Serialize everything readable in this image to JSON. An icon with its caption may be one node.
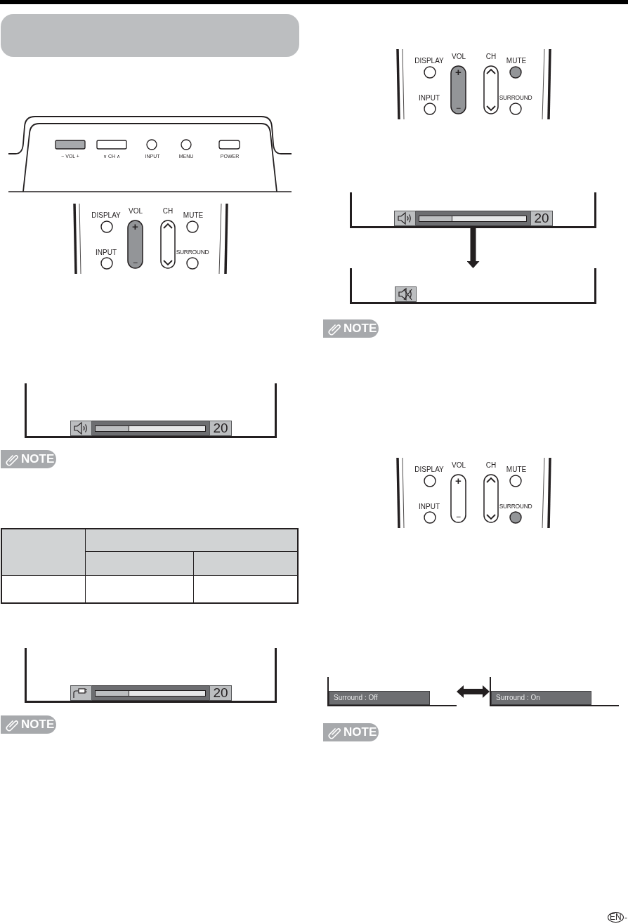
{
  "diagram": {
    "nodes": [
      {
        "text": [],
        "shape": "band"
      },
      {
        "text": [
          "20"
        ]
      },
      {
        "text": [
          "20"
        ]
      },
      {
        "text": [
          "20"
        ]
      },
      {
        "text": [],
        "shape": "box"
      },
      {
        "text": [
          "Surround : Off"
        ]
      },
      {
        "text": [
          "Surround : On"
        ]
      }
    ],
    "edges": [
      {
        "from": 3,
        "to": 4,
        "arrow": "to"
      },
      {
        "from": 5,
        "to": 6,
        "arrow": "both"
      }
    ],
    "labels": [
      "− VOL +",
      "∨ CH ∧",
      "INPUT",
      "MENU",
      "POWER",
      "DISPLAY",
      "VOL",
      "CH",
      "MUTE",
      "+",
      "INPUT",
      "SURROUND",
      "−",
      "NOTE",
      "NOTE",
      "DISPLAY",
      "VOL",
      "CH",
      "MUTE",
      "+",
      "INPUT",
      "SURROUND",
      "−",
      "NOTE",
      "DISPLAY",
      "VOL",
      "CH",
      "MUTE",
      "+",
      "INPUT",
      "SURROUND",
      "−",
      "NOTE",
      "EN",
      "-"
    ]
  }
}
